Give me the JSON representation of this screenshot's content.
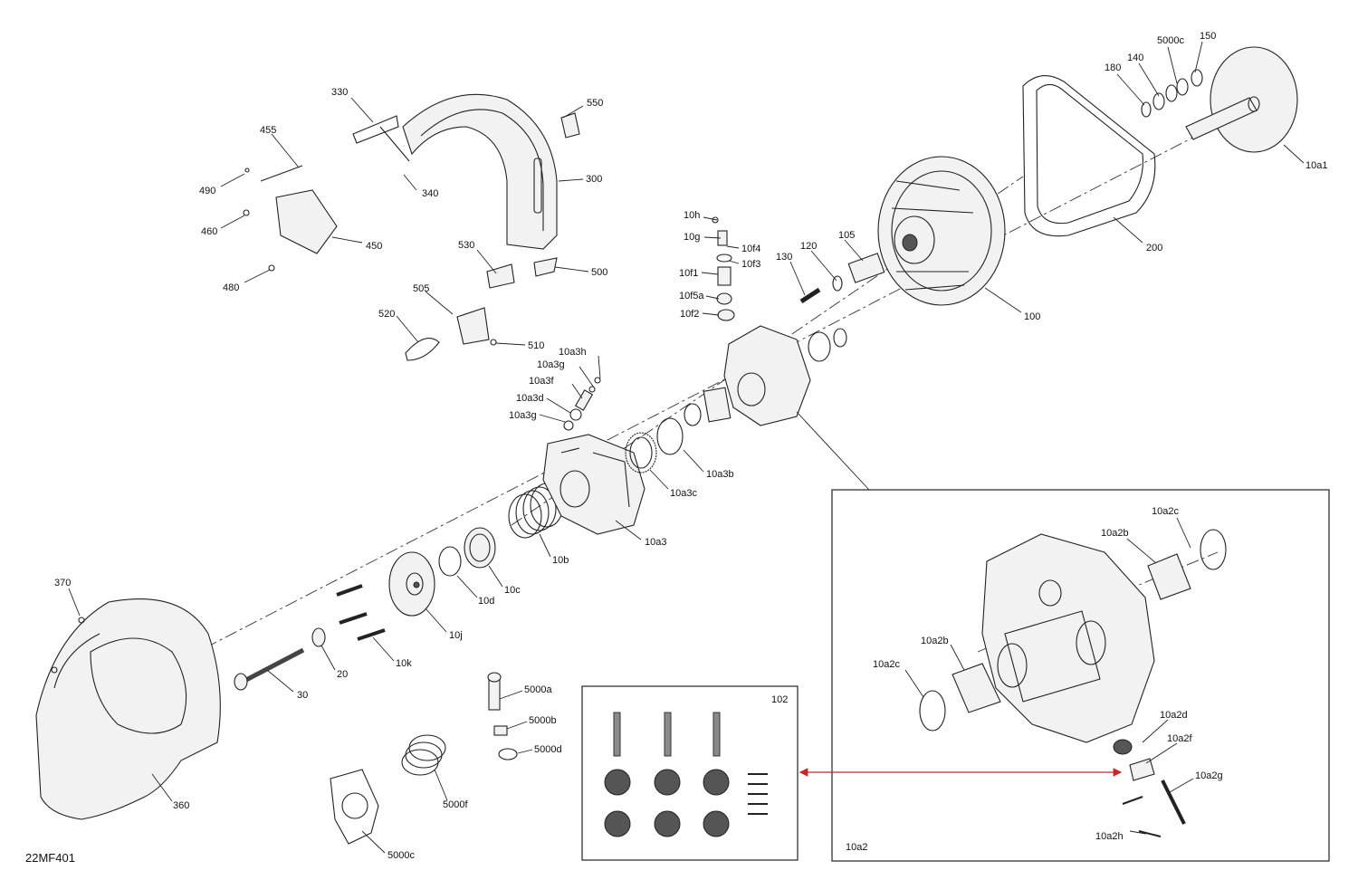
{
  "diagram_code": "22MF401",
  "part_labels": {
    "p330": "330",
    "p455": "455",
    "p490": "490",
    "p460": "460",
    "p450": "450",
    "p480": "480",
    "p340": "340",
    "p300": "300",
    "p550": "550",
    "p530": "530",
    "p500": "500",
    "p505": "505",
    "p520": "520",
    "p510": "510",
    "p10h": "10h",
    "p10g": "10g",
    "p10f4": "10f4",
    "p10f3": "10f3",
    "p10f1": "10f1",
    "p10f5a": "10f5a",
    "p10f2": "10f2",
    "p130": "130",
    "p120": "120",
    "p105": "105",
    "p100": "100",
    "p200": "200",
    "p180": "180",
    "p140": "140",
    "p5000c_top": "5000c",
    "p150": "150",
    "p10a1": "10a1",
    "p10a3h": "10a3h",
    "p10a3g_top": "10a3g",
    "p10a3f": "10a3f",
    "p10a3d": "10a3d",
    "p10a3g_bottom": "10a3g",
    "p10a3b": "10a3b",
    "p10a3c": "10a3c",
    "p10a3": "10a3",
    "p10b": "10b",
    "p10c": "10c",
    "p10d": "10d",
    "p10j": "10j",
    "p10k": "10k",
    "p20": "20",
    "p30": "30",
    "p370": "370",
    "p360": "360",
    "p5000a": "5000a",
    "p5000b": "5000b",
    "p5000d": "5000d",
    "p5000f": "5000f",
    "p5000c_bottom": "5000c",
    "p102": "102",
    "p10a2c_top": "10a2c",
    "p10a2b_top": "10a2b",
    "p10a2b_left": "10a2b",
    "p10a2c_left": "10a2c",
    "p10a2d": "10a2d",
    "p10a2f": "10a2f",
    "p10a2g": "10a2g",
    "p10a2h": "10a2h",
    "p10a2": "10a2"
  },
  "colors": {
    "line": "#222222",
    "link_arrow": "#c62828"
  }
}
